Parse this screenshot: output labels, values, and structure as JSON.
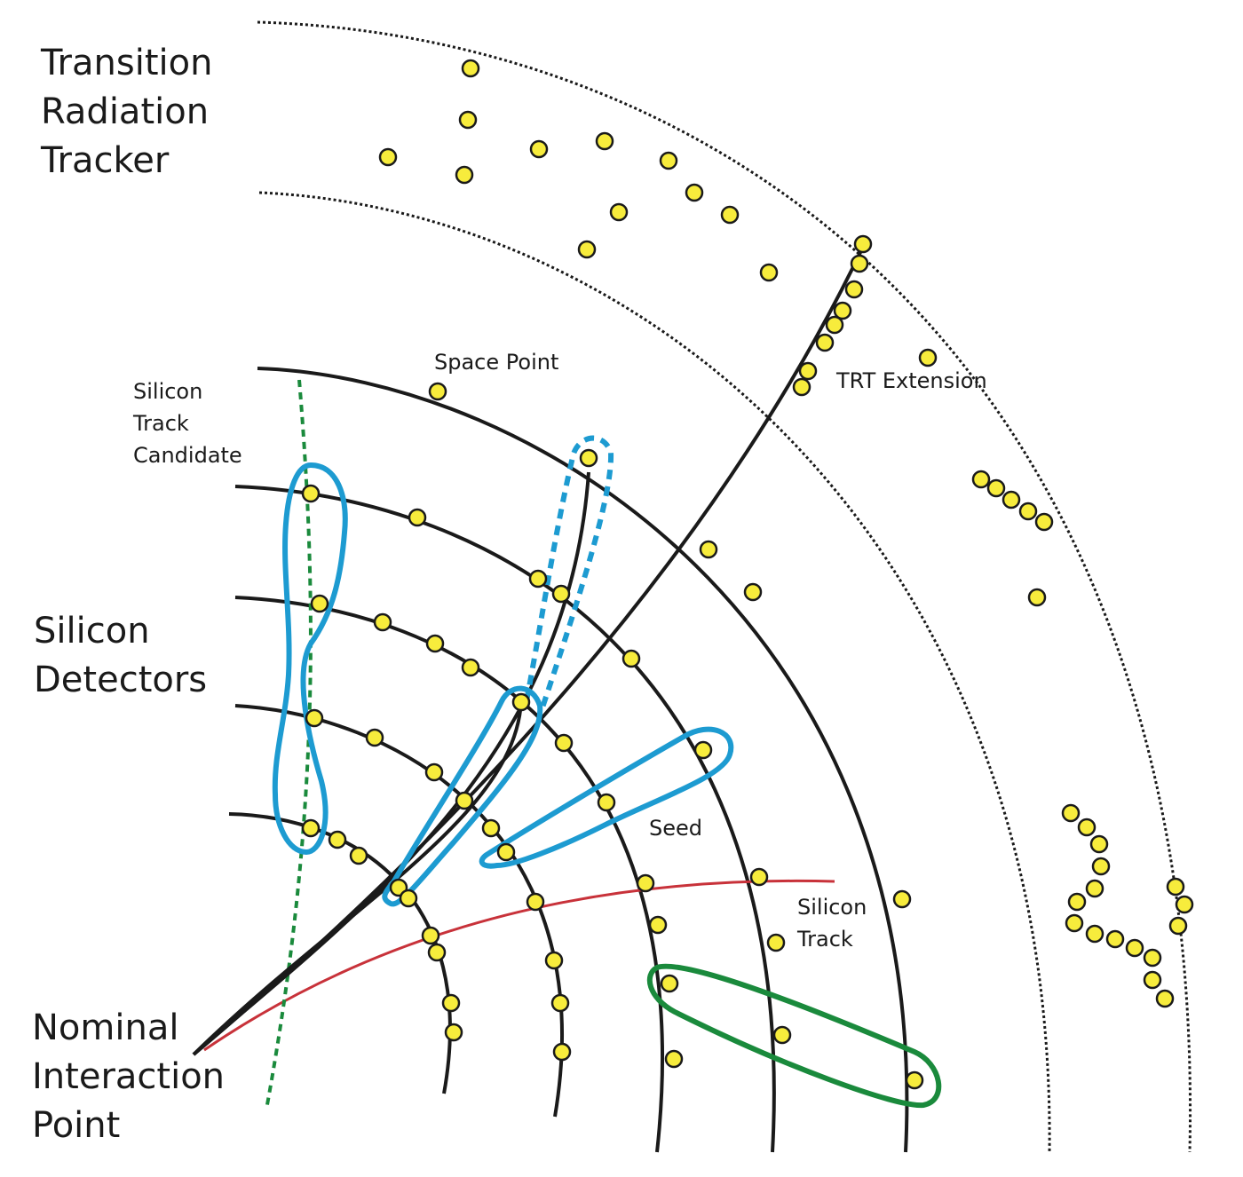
{
  "labels": {
    "trt": [
      "Transition",
      "Radiation",
      "Tracker"
    ],
    "silicon_detectors": [
      "Silicon",
      "Detectors"
    ],
    "interaction_point": [
      "Nominal",
      "Interaction",
      "Point"
    ],
    "space_point": "Space Point",
    "track_candidate": [
      "Silicon",
      "Track",
      "Candidate"
    ],
    "trt_extension": "TRT Extension",
    "seed": "Seed",
    "silicon_track": [
      "Silicon",
      "Track"
    ]
  },
  "colors": {
    "layer": "#1a1a1a",
    "hit_fill": "#f7ec3c",
    "hit_stroke": "#1a1a1a",
    "seed_outline": "#1d9bd1",
    "candidate_line": "#1a8a3c",
    "silicon_track_line": "#c8323a",
    "background": "#ffffff"
  }
}
